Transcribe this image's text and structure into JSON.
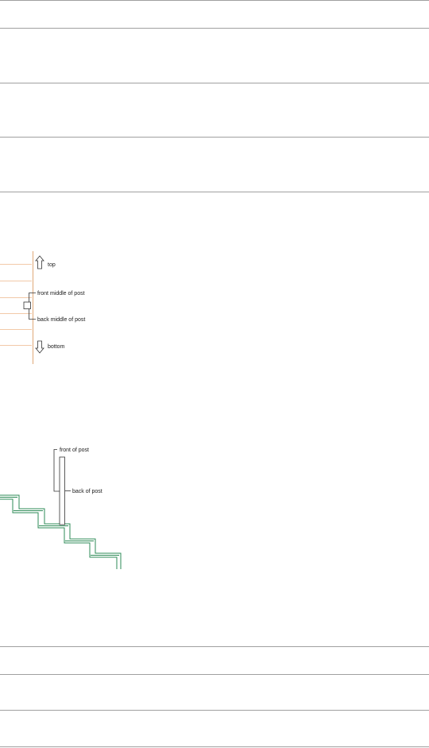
{
  "post_position_figure": {
    "labels": {
      "top": "top",
      "front_middle": "front middle of post",
      "back_middle": "back middle of post",
      "bottom": "bottom"
    },
    "icons": [
      "arrow-up-icon",
      "arrow-down-icon"
    ],
    "colors": {
      "guide_lines": "#f2c9a8",
      "reference_line": "#e0a878"
    }
  },
  "stair_post_figure": {
    "labels": {
      "front": "front of post",
      "back": "back of post"
    },
    "colors": {
      "stair": "#2e8b57",
      "post": "#000000"
    }
  }
}
